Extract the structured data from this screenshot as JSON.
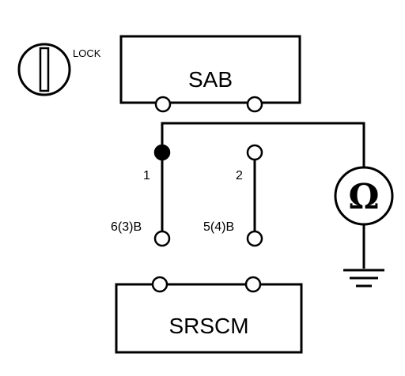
{
  "ignition": {
    "lock_label": "LOCK",
    "icon": "ignition-key-icon"
  },
  "sab": {
    "label": "SAB"
  },
  "srscm": {
    "label": "SRSCM"
  },
  "connector": {
    "pin1_label": "1",
    "pin2_label": "2",
    "pin1_terminal": "6(3)B",
    "pin2_terminal": "5(4)B"
  },
  "ohmmeter": {
    "symbol": "Ω",
    "icon": "ohmmeter-icon"
  },
  "ground": {
    "icon": "ground-icon"
  }
}
